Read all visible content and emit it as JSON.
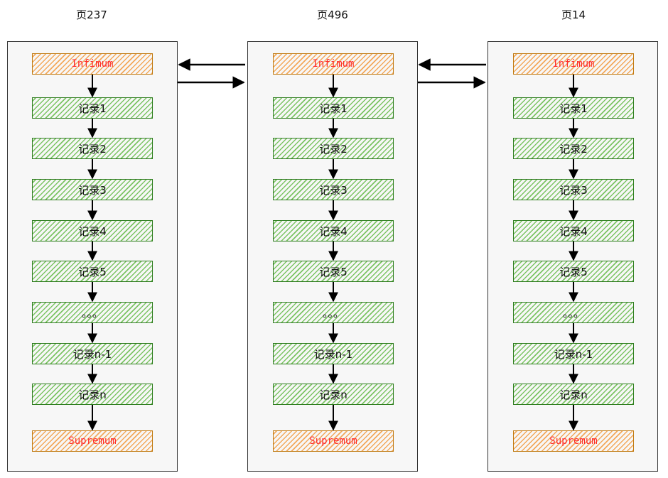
{
  "pages": [
    {
      "title": "页237",
      "nodes": [
        "Infimum",
        "记录1",
        "记录2",
        "记录3",
        "记录4",
        "记录5",
        "。。。",
        "记录n-1",
        "记录n",
        "Supremum"
      ]
    },
    {
      "title": "页496",
      "nodes": [
        "Infimum",
        "记录1",
        "记录2",
        "记录3",
        "记录4",
        "记录5",
        "。。。",
        "记录n-1",
        "记录n",
        "Supremum"
      ]
    },
    {
      "title": "页14",
      "nodes": [
        "Infimum",
        "记录1",
        "记录2",
        "记录3",
        "记录4",
        "记录5",
        "。。。",
        "记录n-1",
        "记录n",
        "Supremum"
      ]
    }
  ],
  "colors": {
    "boundary_fill": "#f3a85a",
    "boundary_border": "#c07a10",
    "boundary_text": "#ff2a2a",
    "record_fill": "#7bc463",
    "record_border": "#2e7d1e",
    "arrow": "#000000"
  }
}
